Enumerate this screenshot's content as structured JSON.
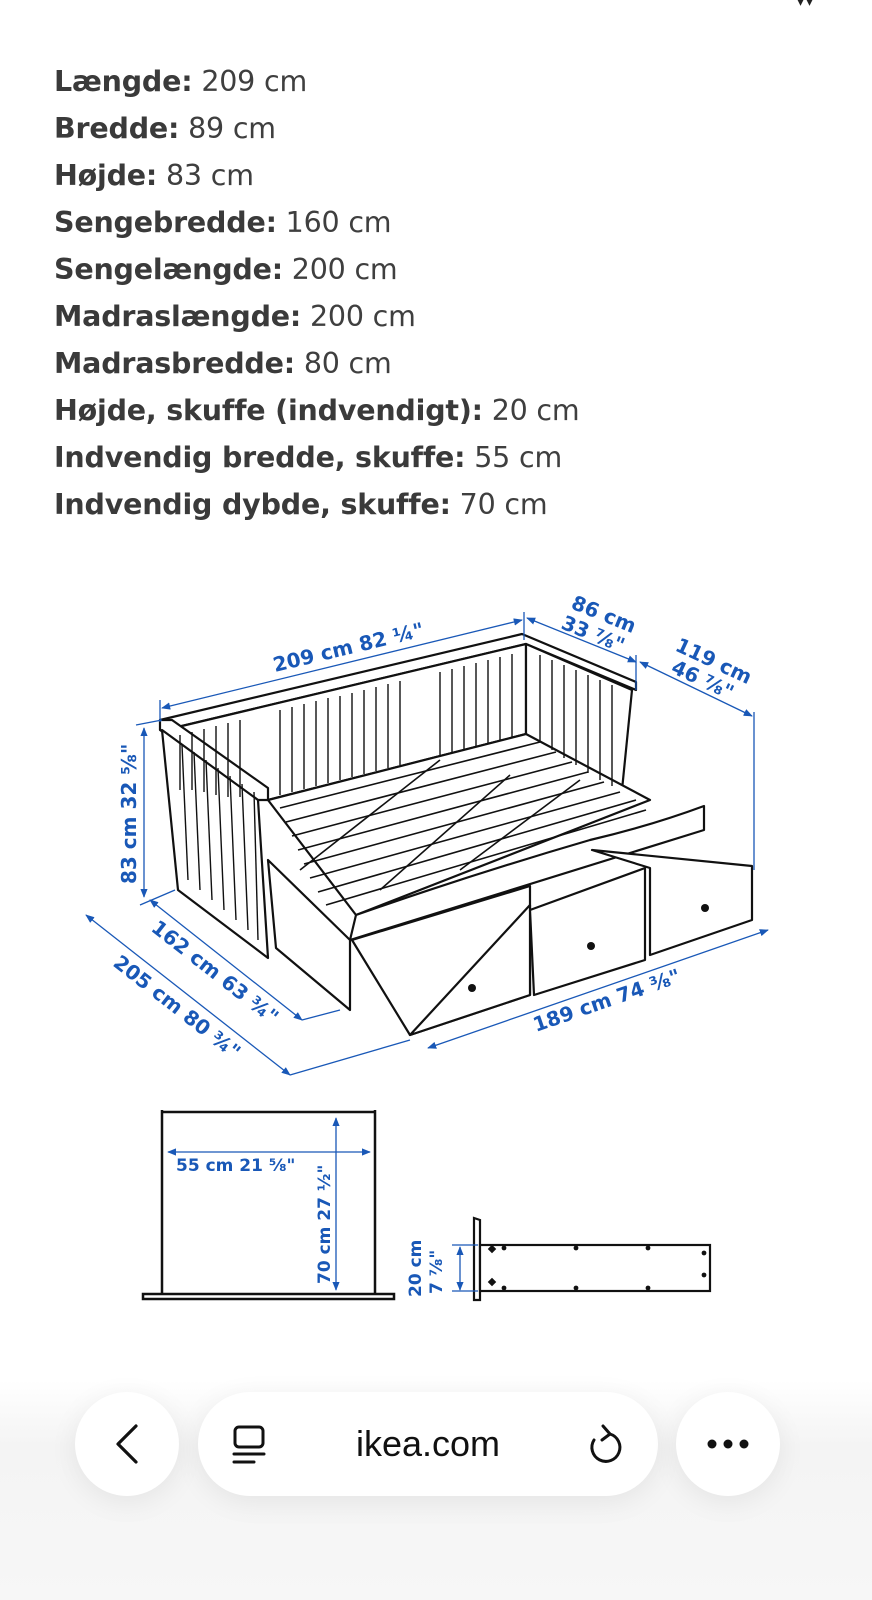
{
  "specs": [
    {
      "label": "Længde:",
      "value": "209 cm"
    },
    {
      "label": "Bredde:",
      "value": "89 cm"
    },
    {
      "label": "Højde:",
      "value": "83 cm"
    },
    {
      "label": "Sengebredde:",
      "value": "160 cm"
    },
    {
      "label": "Sengelængde:",
      "value": "200 cm"
    },
    {
      "label": "Madraslængde:",
      "value": "200 cm"
    },
    {
      "label": "Madrasbredde:",
      "value": "80 cm"
    },
    {
      "label": "Højde, skuffe (indvendigt):",
      "value": "20 cm"
    },
    {
      "label": "Indvendig bredde, skuffe:",
      "value": "55 cm"
    },
    {
      "label": "Indvendig dybde, skuffe:",
      "value": "70 cm"
    }
  ],
  "diagram": {
    "dimensions": {
      "length": "209 cm 82 ¼\"",
      "depth_cm": "86 cm",
      "depth_in": "33 ⅞\"",
      "extended_cm": "119 cm",
      "extended_in": "46 ⅞\"",
      "height": "83 cm 32 ⅝\"",
      "width_closed": "162 cm 63 ¾\"",
      "width_open": "205 cm 80 ¾\"",
      "drawers_length": "189 cm 74 ⅜\"",
      "drawer_width": "55 cm 21 ⅝\"",
      "drawer_depth": "70 cm 27 ½\"",
      "drawer_height_cm": "20 cm",
      "drawer_height_in": "7 ⅞\""
    },
    "accent_color": "#1958b7"
  },
  "browser": {
    "url": "ikea.com",
    "back_icon": "chevron-left-icon",
    "reader_icon": "reader-mode-icon",
    "reload_icon": "reload-icon",
    "more_icon": "more-dots-icon"
  }
}
